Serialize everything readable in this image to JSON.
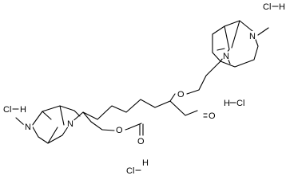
{
  "structure": {
    "atoms": {
      "n_methyl_right": "N",
      "n_bridge_right": "N",
      "o_ester_right": "O",
      "o_carbonyl_right": "O",
      "o_carbonyl_left": "O",
      "o_ester_left": "O",
      "n_methyl_left": "N",
      "n_bridge_left": "N"
    },
    "hcl": [
      {
        "cl": "Cl",
        "h": "H"
      },
      {
        "cl": "Cl",
        "h": "H"
      },
      {
        "cl": "Cl",
        "h": "H"
      },
      {
        "cl": "Cl",
        "h": "H"
      }
    ]
  },
  "colors": {
    "line": "#000000",
    "background": "#ffffff"
  }
}
